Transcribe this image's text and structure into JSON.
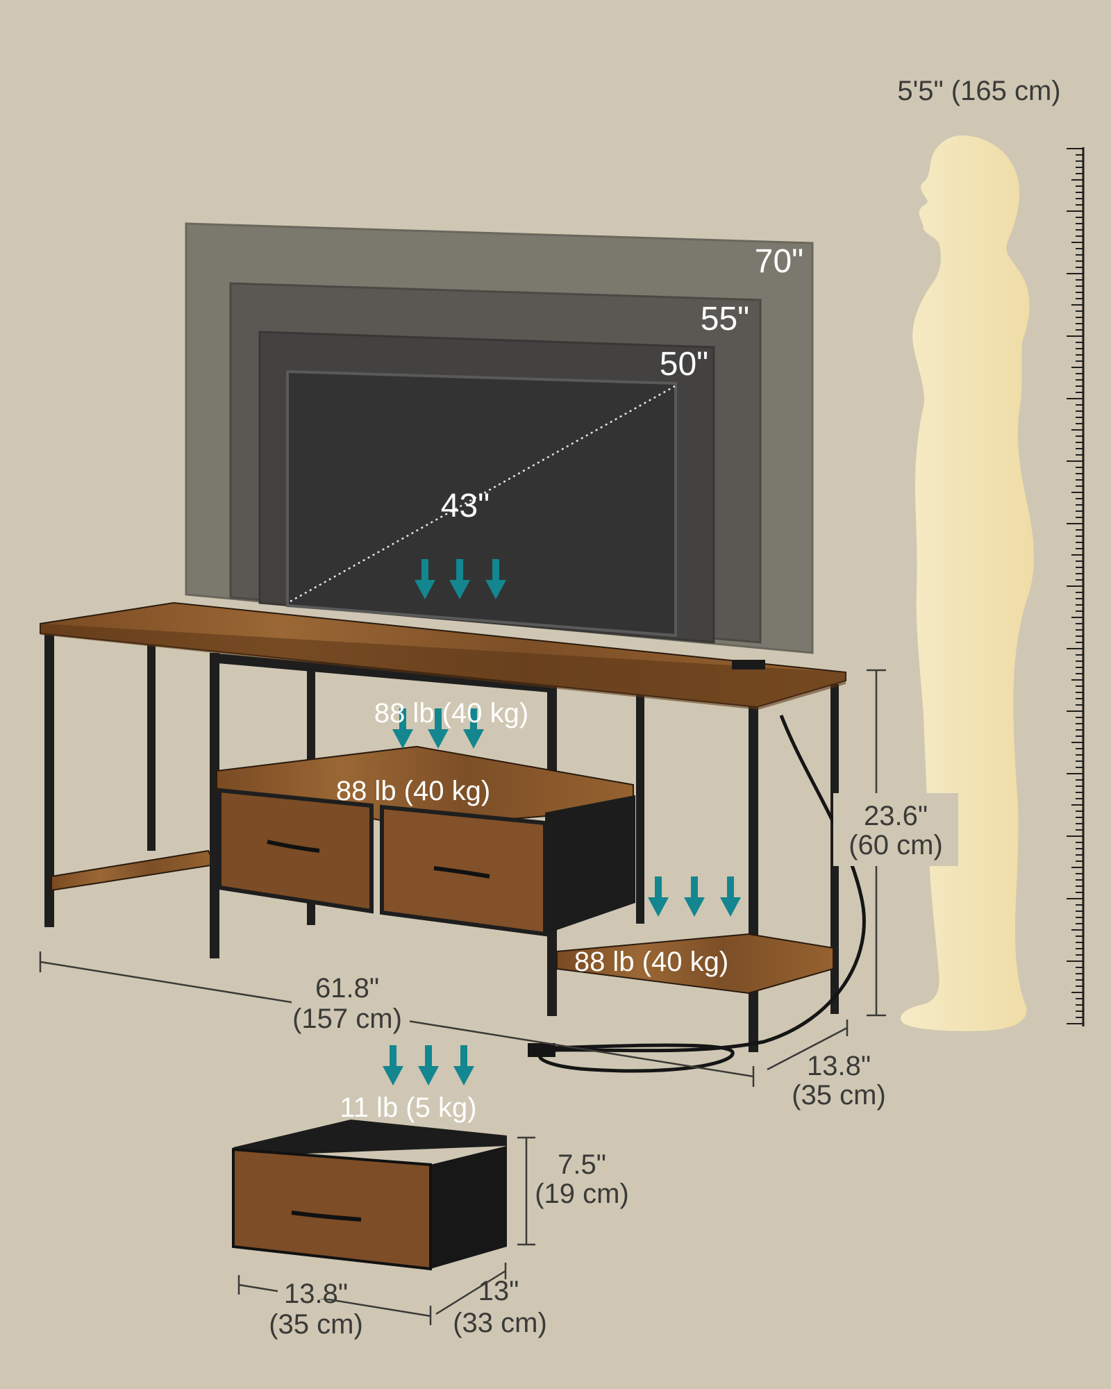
{
  "person": {
    "height": "5'5\" (165 cm)"
  },
  "tv_sizes": [
    "70\"",
    "55\"",
    "50\"",
    "43\""
  ],
  "loads": {
    "top": "88 lb (40 kg)",
    "middle": "88 lb (40 kg)",
    "lower": "88 lb (40 kg)",
    "drawer": "11 lb (5 kg)"
  },
  "stand_dims": {
    "length_in": "61.8\"",
    "length_cm": "(157 cm)",
    "height_in": "23.6\"",
    "height_cm": "(60 cm)",
    "depth_in": "13.8\"",
    "depth_cm": "(35 cm)"
  },
  "drawer_dims": {
    "height_in": "7.5\"",
    "height_cm": "(19 cm)",
    "width_in": "13.8\"",
    "width_cm": "(35 cm)",
    "depth_in": "13\"",
    "depth_cm": "(33 cm)"
  },
  "colors": {
    "background": "#cfc7b3",
    "wood": "#8a5a2e",
    "frame": "#1e1e1e",
    "arrow": "#13868f",
    "person": "#f5e6b8"
  }
}
